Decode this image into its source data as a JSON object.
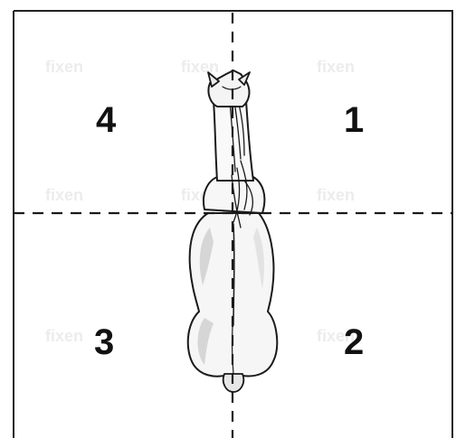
{
  "quadrants": {
    "q1": "1",
    "q2": "2",
    "q3": "3",
    "q4": "4"
  },
  "watermark": "fixen",
  "colors": {
    "ink": "#111111",
    "body_shade": "#d9d9d9",
    "body_light": "#f4f4f4",
    "frame": "#222222",
    "watermark": "#ececec"
  },
  "illustration": "horse-top-view"
}
